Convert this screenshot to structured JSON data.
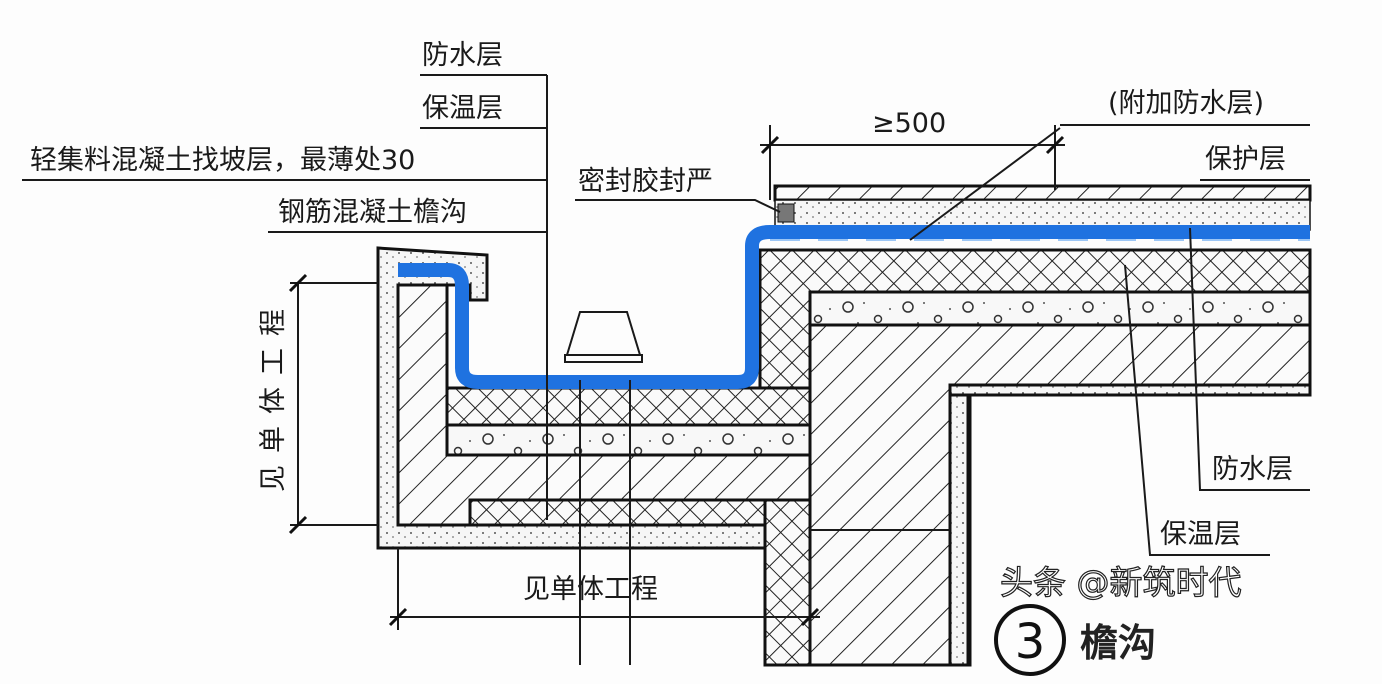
{
  "labels": {
    "waterproof_top": "防水层",
    "insulation_top": "保温层",
    "slope_layer": "轻集料混凝土找坡层，最薄处30",
    "rc_gutter": "钢筋混凝土檐沟",
    "sealant": "密封胶封严",
    "min_500": "≥500",
    "extra_waterproof": "(附加防水层)",
    "protection": "保护层",
    "waterproof_right": "防水层",
    "insulation_right": "保温层",
    "see_project_vertical": "见单体工程",
    "see_project_bottom": "见单体工程"
  },
  "title": {
    "number": "3",
    "text": "檐沟"
  },
  "watermark": "头条 @新筑时代",
  "colors": {
    "membrane": "#1f72e0",
    "line": "#1a1a1a",
    "background": "#fdfdfd"
  }
}
